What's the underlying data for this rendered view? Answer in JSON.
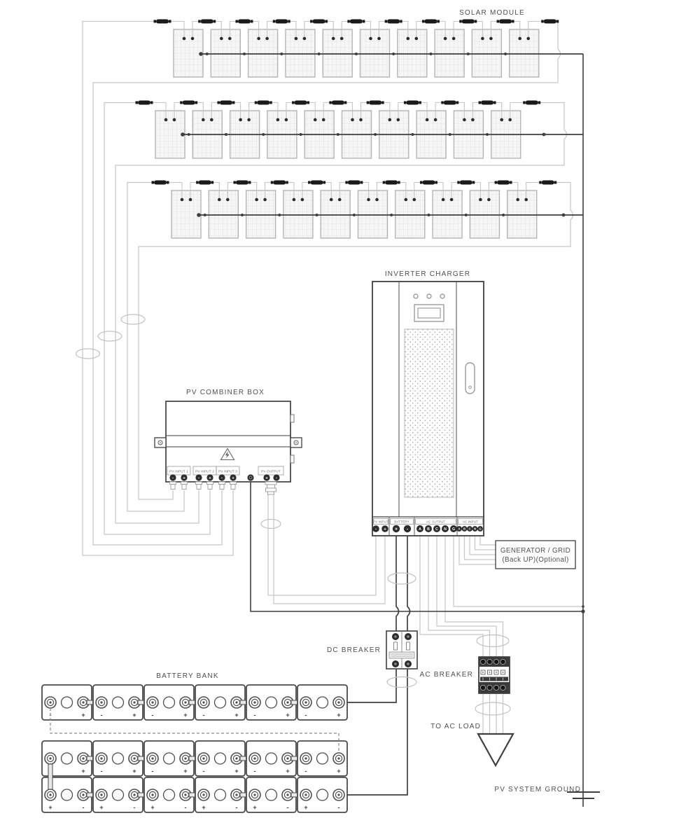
{
  "colors": {
    "wire_light": "#c6c6c6",
    "wire_dark": "#3f3f3f",
    "label": "#4f4f4f",
    "component_stroke": "#4a4a4a",
    "connector_black": "#1a1a1a",
    "panel_fill": "#f6f6f6"
  },
  "solar": {
    "label": "SOLAR MODULE",
    "rows": 3,
    "panels_per_row": 10
  },
  "combiner": {
    "label": "PV COMBINER BOX",
    "input_groups": [
      "PV INPUT 1",
      "PV INPUT 2",
      "PV INPUT 3"
    ],
    "input_terminal_signs": [
      "-",
      "+"
    ],
    "output_group": "PV OUTPUT",
    "output_terminal_signs": [
      "+",
      "-"
    ]
  },
  "inverter": {
    "label": "INVERTER CHARGER",
    "sections": [
      {
        "label": "PV INPUT",
        "terminals": [
          "-",
          "+"
        ]
      },
      {
        "label": "BATTERY",
        "terminals": [
          "+",
          "-"
        ]
      },
      {
        "label": "AC OUTPUT",
        "terminals": [
          "A",
          "B",
          "C",
          "N",
          "G"
        ]
      },
      {
        "label": "AC INPUT",
        "terminals": [
          "A",
          "B",
          "C",
          "N",
          "G"
        ]
      }
    ]
  },
  "dc_breaker": {
    "label": "DC BREAKER"
  },
  "ac_breaker": {
    "label": "AC BREAKER"
  },
  "battery": {
    "label": "BATTERY BANK",
    "rows": 3,
    "per_row": 6,
    "polarity": [
      [
        "-",
        "+"
      ],
      [
        "-",
        "+"
      ],
      [
        "+",
        "-"
      ]
    ]
  },
  "generator": {
    "line1": "GENERATOR / GRID",
    "line2": "(Back UP)(Optional)"
  },
  "ac_load": {
    "label": "TO AC LOAD"
  },
  "ground": {
    "label": "PV SYSTEM GROUND"
  }
}
